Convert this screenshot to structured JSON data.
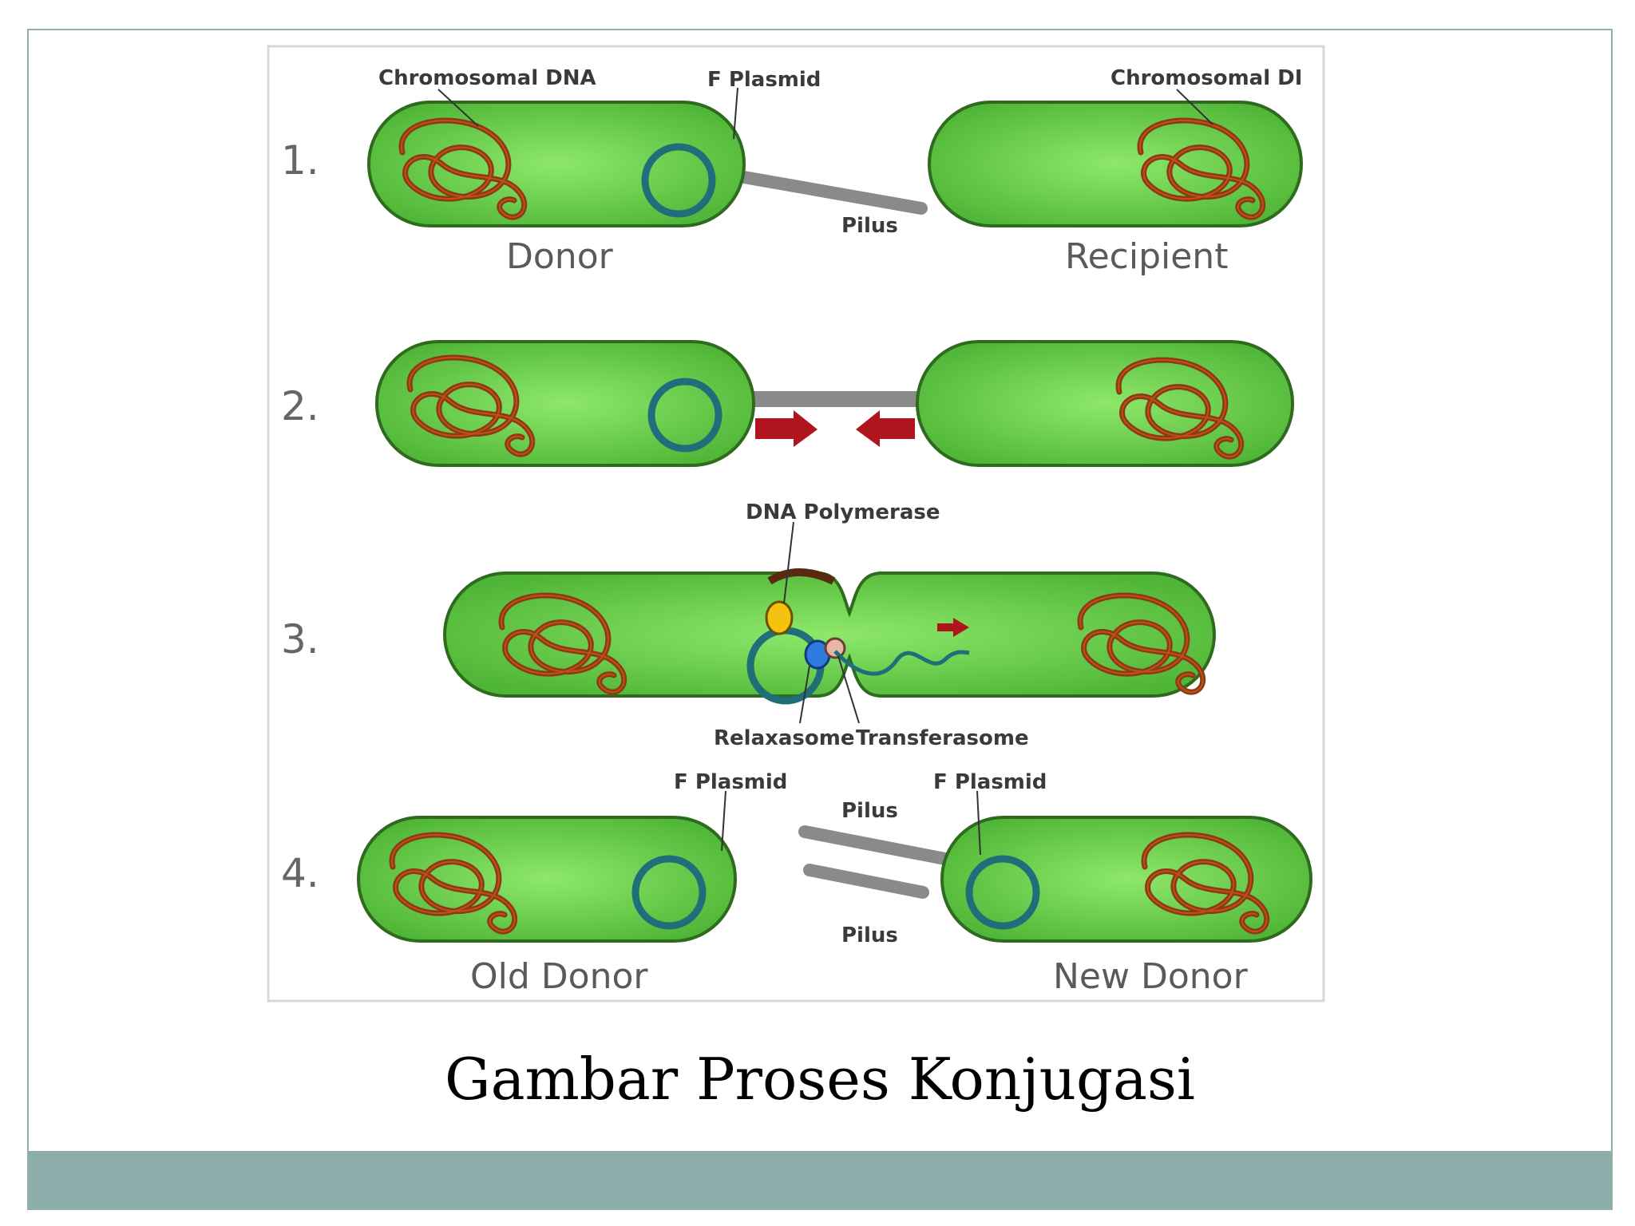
{
  "slide": {
    "caption": "Gambar Proses Konjugasi",
    "colors": {
      "frame": "#8fb0ac",
      "footer_bar": "#8cadaa",
      "cell_fill": "#6ccf4e",
      "cell_stroke": "#2e6b1e",
      "chromosome": "#8b3a12",
      "plasmid": "#1f6f7a",
      "pilus": "#8a8a8a",
      "arrow": "#b0141c"
    }
  },
  "figure": {
    "steps": [
      "1.",
      "2.",
      "3.",
      "4."
    ],
    "step1": {
      "chromosomal_dna_left": "Chromosomal DNA",
      "f_plasmid": "F Plasmid",
      "chromosomal_dna_right": "Chromosomal DI",
      "pilus": "Pilus",
      "donor": "Donor",
      "recipient": "Recipient"
    },
    "step3": {
      "dna_polymerase": "DNA Polymerase",
      "relaxasome": "Relaxasome",
      "transferasome": "Transferasome"
    },
    "step4": {
      "f_plasmid_left": "F Plasmid",
      "f_plasmid_right": "F Plasmid",
      "pilus_top": "Pilus",
      "pilus_bottom": "Pilus",
      "old_donor": "Old Donor",
      "new_donor": "New Donor"
    }
  }
}
